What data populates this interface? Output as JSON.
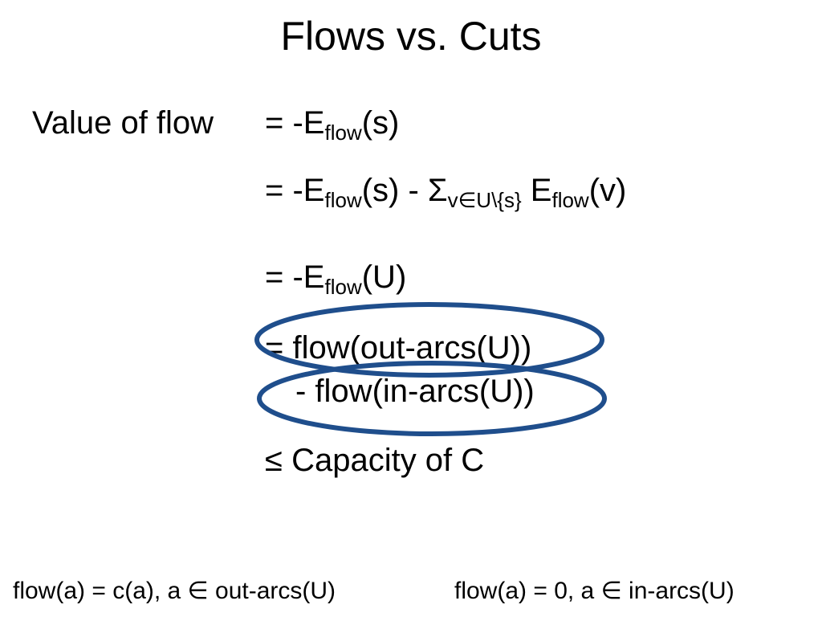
{
  "slide": {
    "title": "Flows vs. Cuts",
    "lead_label": "Value of flow"
  },
  "equations": {
    "line1": {
      "prefix": "= -E",
      "sub": "flow",
      "suffix": "(s)"
    },
    "line2": {
      "prefix": "= -E",
      "sub1": "flow",
      "middle": "(s) - Σ",
      "sub2": "v∈U\\{s}",
      "e": " E",
      "sub3": "flow",
      "suffix": "(v)"
    },
    "line3": {
      "prefix": "= -E",
      "sub": "flow",
      "suffix": "(U)"
    },
    "line4": {
      "text": "= flow(out-arcs(U))"
    },
    "line5": {
      "text": "- flow(in-arcs(U))"
    },
    "line6": {
      "text": "≤ Capacity of C"
    }
  },
  "footer": {
    "left": "flow(a) = c(a), a ∈ out-arcs(U)",
    "right": "flow(a) = 0, a ∈ in-arcs(U)"
  },
  "colors": {
    "oval_stroke": "#1f4e8c",
    "text": "#000000",
    "background": "#ffffff"
  }
}
